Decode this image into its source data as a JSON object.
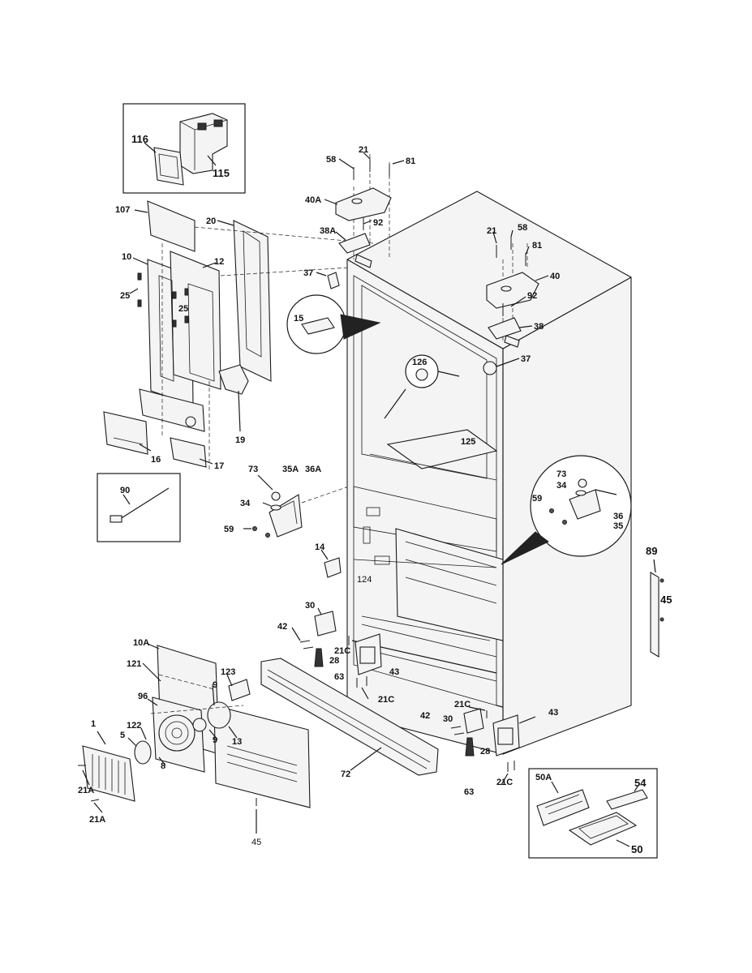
{
  "labels": {
    "l116": "116",
    "l115": "115",
    "l107": "107",
    "l20": "20",
    "l10": "10",
    "l12": "12",
    "l25a": "25",
    "l25b": "25",
    "l19": "19",
    "l16": "16",
    "l17": "17",
    "l90": "90",
    "l58a": "58",
    "l21a": "21",
    "l81a": "81",
    "l40A": "40A",
    "l92a": "92",
    "l38A": "38A",
    "l37a": "37",
    "l15": "15",
    "l21b": "21",
    "l58b": "58",
    "l81b": "81",
    "l40": "40",
    "l92b": "92",
    "l38": "38",
    "l37b": "37",
    "l126": "126",
    "l125": "125",
    "l73a": "73",
    "l35A": "35A",
    "l36A": "36A",
    "l34a": "34",
    "l59a": "59",
    "l73b": "73",
    "l34b": "34",
    "l59b": "59",
    "l36": "36",
    "l35": "35",
    "l14": "14",
    "l124": "124",
    "l89": "89",
    "l45a": "45",
    "l30a": "30",
    "l42a": "42",
    "l21Ca": "21C",
    "l28a": "28",
    "l63a": "63",
    "l43a": "43",
    "l21Cb": "21C",
    "l10A": "10A",
    "l121": "121",
    "l123": "123",
    "l96": "96",
    "l9a": "9",
    "l9b": "9",
    "l13": "13",
    "l1": "1",
    "l5": "5",
    "l122": "122",
    "l8": "8",
    "l21Aa": "21A",
    "l21Ab": "21A",
    "l45b": "45",
    "l72": "72",
    "l21Cc": "21C",
    "l42b": "42",
    "l30b": "30",
    "l43b": "43",
    "l28b": "28",
    "l63b": "63",
    "l21Cd": "21C",
    "l50A": "50A",
    "l54": "54",
    "l50": "50"
  }
}
